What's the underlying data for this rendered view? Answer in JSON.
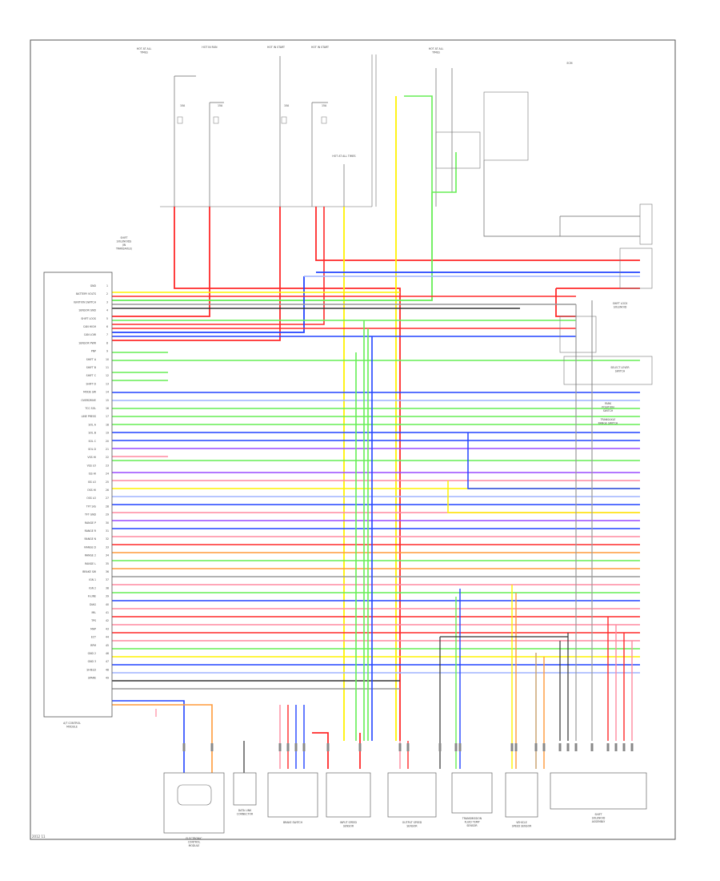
{
  "diagram": {
    "footer_code": "2012 11",
    "colors": {
      "red": "#ff2a2a",
      "pink": "#ff8aa0",
      "yellow": "#fff200",
      "green": "#66ee55",
      "blue": "#2244ff",
      "lightblue": "#9fb4ff",
      "purple": "#9a4bff",
      "orange": "#ff9a3a",
      "gray": "#999999",
      "black": "#333333",
      "tan": "#c8a06a"
    },
    "top_labels": {
      "hot_at_all_times_left": "HOT AT ALL TIMES",
      "hot_in_run": "HOT IN RUN",
      "hot_in_start": "HOT IN START",
      "hot_at_all_times_right": "HOT AT ALL TIMES",
      "ecm": "ECM",
      "fuse_a": "10A",
      "fuse_b": "15A",
      "fuse_c": "10A",
      "fuse_d": "15A"
    },
    "ecu_title": "A/T CONTROL MODULE",
    "ecu_pins": [
      "GND",
      "BATTERY VOLTS",
      "IGNITION SWITCH",
      "SENSOR GND",
      "SHIFT LOCK",
      "CAN HIGH",
      "CAN LOW",
      "SENSOR PWR",
      "PNP",
      "SHIFT A",
      "SHIFT B",
      "SHIFT C",
      "SHIFT D",
      "MODE SW",
      "OVERDRIVE",
      "TCC SOL",
      "LINE PRESS",
      "SOL A",
      "SOL B",
      "SOL C",
      "SOL D",
      "VSS HI",
      "VSS LO",
      "ISS HI",
      "ISS LO",
      "OSS HI",
      "OSS LO",
      "TFT SIG",
      "TFT GND",
      "RANGE P",
      "RANGE R",
      "RANGE N",
      "RANGE D",
      "RANGE 2",
      "RANGE L",
      "BRAKE SW",
      "IGN 1",
      "IGN 2",
      "K-LINE",
      "DIAG",
      "MIL",
      "TPS",
      "MAP",
      "ECT",
      "RPM",
      "GND 2",
      "GND 3",
      "SHIELD",
      "SPARE"
    ],
    "right_labels": {
      "a": "SHIFT LOCK SOLENOID",
      "b": "SELECT LEVER SWITCH",
      "c": "PARK POSITION SWITCH",
      "d": "TRANSAXLE RANGE SWITCH",
      "e": "SHIFT SOLENOIDS (IN TRANSAXLE)"
    },
    "bottom_components": [
      "ELECTRONIC CONTROL MODULE",
      "DATA LINK CONNECTOR",
      "BRAKE SWITCH",
      "INPUT SPEED SENSOR",
      "OUTPUT SPEED SENSOR",
      "TRANSMISSION FLUID TEMP SENSOR",
      "VEHICLE SPEED SENSOR",
      "SHIFT SOLENOID ASSEMBLY"
    ]
  }
}
